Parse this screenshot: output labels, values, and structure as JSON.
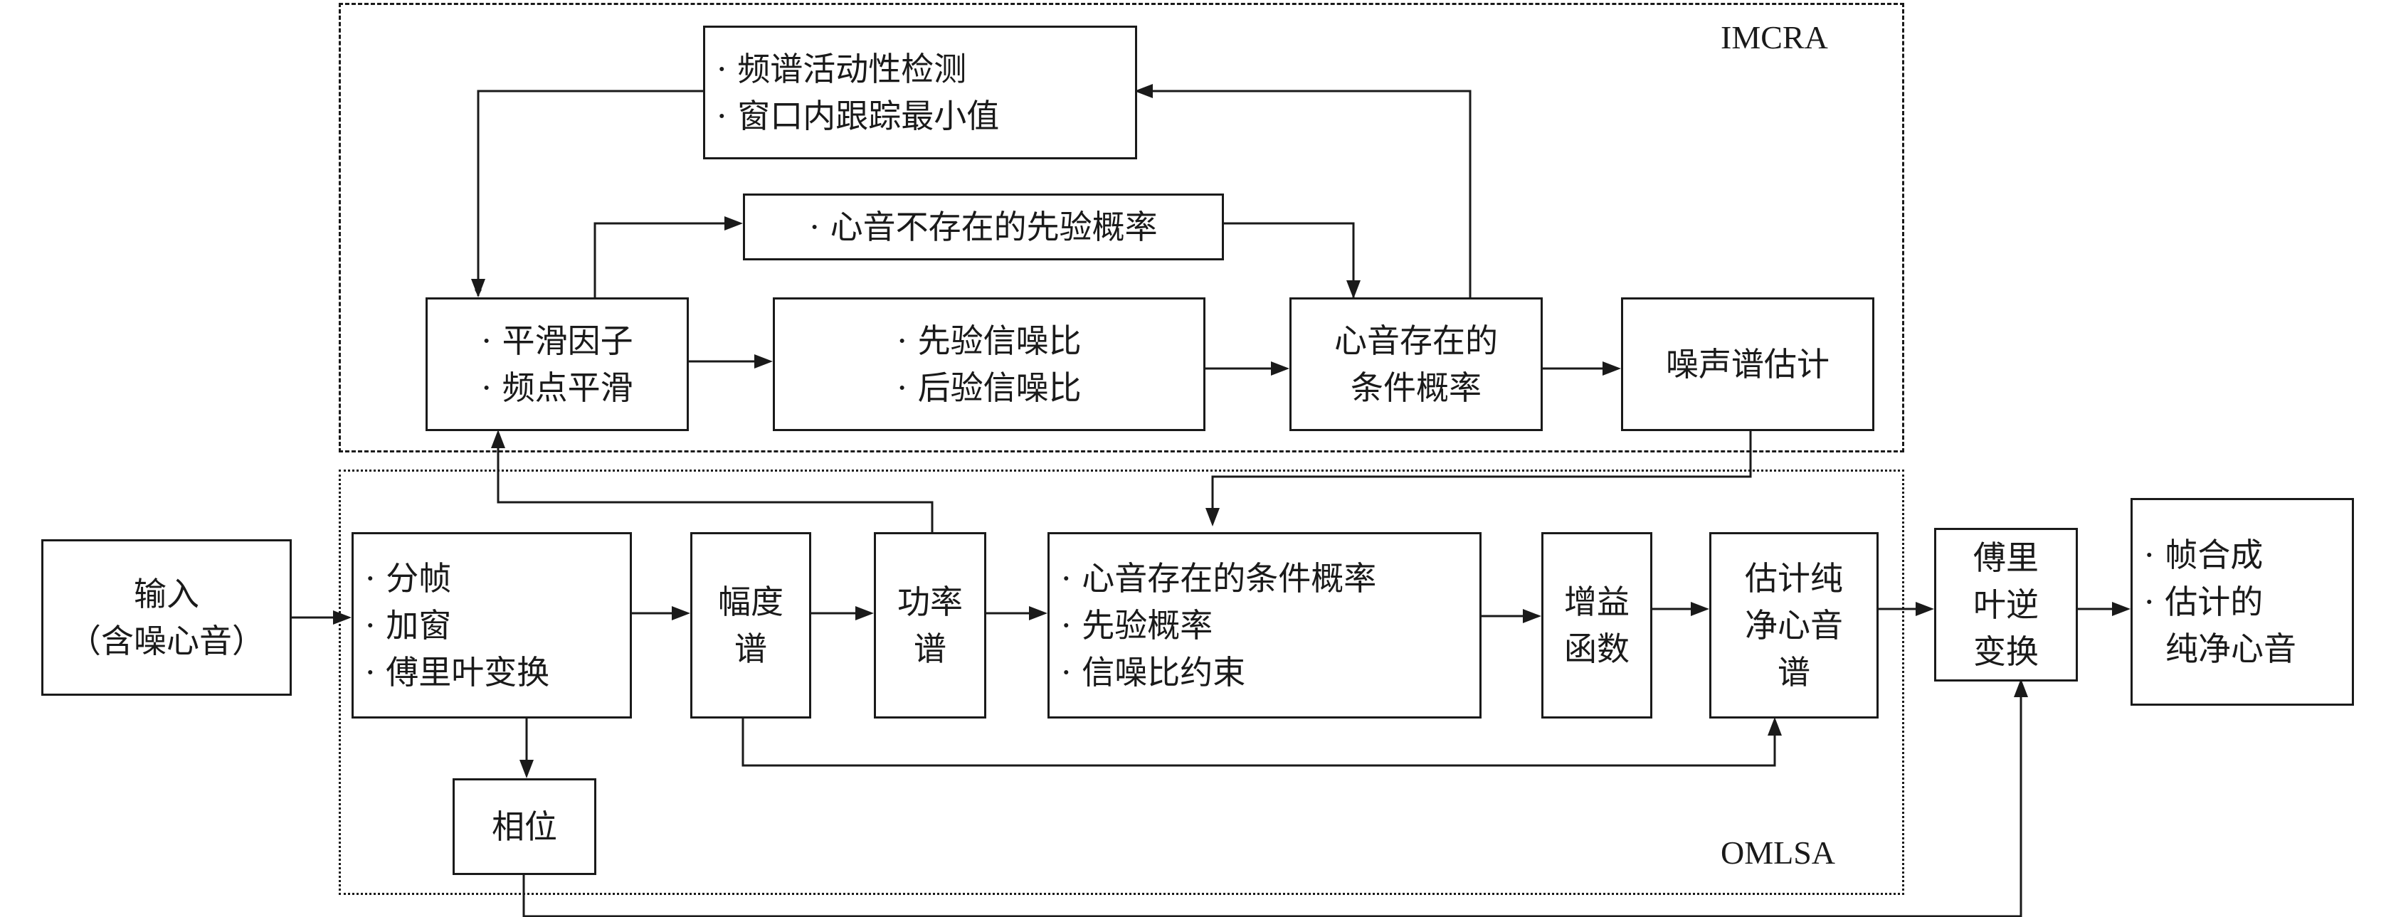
{
  "regions": {
    "imcra": {
      "label": "IMCRA"
    },
    "omlsa": {
      "label": "OMLSA"
    }
  },
  "boxes": {
    "spectral_activity": {
      "lines": [
        "· 频谱活动性检测",
        "· 窗口内跟踪最小值"
      ]
    },
    "prior_absence": {
      "lines": [
        "· 心音不存在的先验概率"
      ]
    },
    "smoothing": {
      "lines": [
        "· 平滑因子",
        "· 频点平滑"
      ]
    },
    "snr": {
      "lines": [
        "· 先验信噪比",
        "· 后验信噪比"
      ]
    },
    "cond_prob_imcra": {
      "lines": [
        "心音存在的",
        "条件概率"
      ]
    },
    "noise_est": {
      "lines": [
        "噪声谱估计"
      ]
    },
    "input": {
      "lines": [
        "输入",
        "（含噪心音）"
      ]
    },
    "framing": {
      "lines": [
        "· 分帧",
        "· 加窗",
        "· 傅里叶变换"
      ]
    },
    "magnitude": {
      "lines": [
        "幅度",
        "谱"
      ]
    },
    "power": {
      "lines": [
        "功率",
        "谱"
      ]
    },
    "cond_prob_omlsa": {
      "lines": [
        "· 心音存在的条件概率",
        "· 先验概率",
        "· 信噪比约束"
      ]
    },
    "gain": {
      "lines": [
        "增益",
        "函数"
      ]
    },
    "clean_est": {
      "lines": [
        "估计纯",
        "净心音",
        "谱"
      ]
    },
    "ifft": {
      "lines": [
        "傅里",
        "叶逆",
        "变换"
      ]
    },
    "output": {
      "lines": [
        "· 帧合成",
        "· 估计的",
        "纯净心音"
      ]
    },
    "phase": {
      "lines": [
        "相位"
      ]
    }
  }
}
